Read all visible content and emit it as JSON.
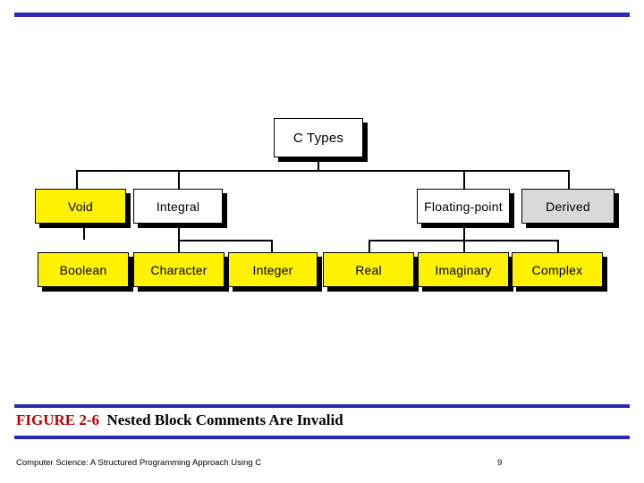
{
  "slide": {
    "accent_color": "#2b28b5",
    "caption_number": "FIGURE 2-6",
    "caption_title": "Nested Block Comments Are Invalid",
    "footer_text": "Computer Science: A Structured Programming Approach Using C",
    "page_number": "9"
  },
  "diagram": {
    "type": "hierarchy-tree",
    "root": {
      "label": "C Types",
      "fill": "#ffffff"
    },
    "level2": [
      {
        "label": "Void",
        "fill": "#fff200"
      },
      {
        "label": "Integral",
        "fill": "#ffffff"
      },
      {
        "label": "Floating-point",
        "fill": "#ffffff"
      },
      {
        "label": "Derived",
        "fill": "#d9d9d9"
      }
    ],
    "level3": [
      {
        "label": "Boolean",
        "fill": "#fff200"
      },
      {
        "label": "Character",
        "fill": "#fff200"
      },
      {
        "label": "Integer",
        "fill": "#fff200"
      },
      {
        "label": "Real",
        "fill": "#fff200"
      },
      {
        "label": "Imaginary",
        "fill": "#fff200"
      },
      {
        "label": "Complex",
        "fill": "#fff200"
      }
    ]
  }
}
